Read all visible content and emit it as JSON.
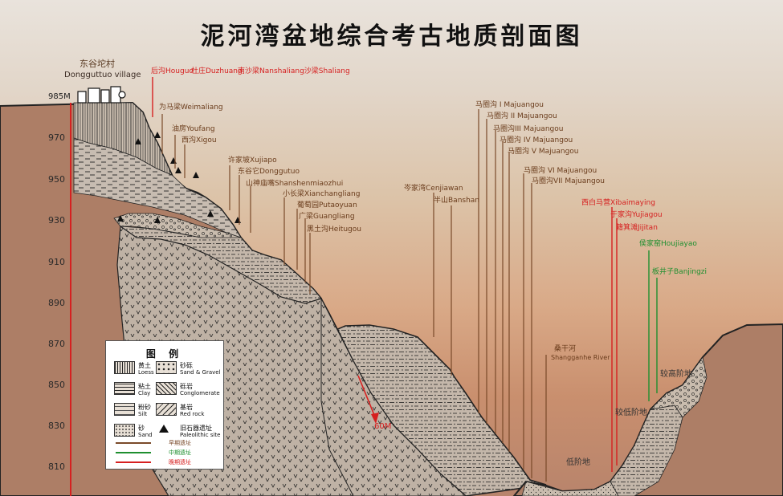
{
  "title": "泥河湾盆地综合考古地质剖面图",
  "village": {
    "cn": "东谷坨村",
    "en": "Dongguttuo village"
  },
  "elevation_top": "985M",
  "y_ticks": [
    "970",
    "950",
    "930",
    "910",
    "890",
    "870",
    "850",
    "830",
    "810"
  ],
  "depth_marker": "60M",
  "sites_early": {
    "houguo": "后沟Houguo",
    "duzhuang": "杜庄Duzhuang",
    "nanshaliang": "南沙梁Nanshaliang沙梁Shaliang",
    "xibaimaying": "西白马营Xibaimaying",
    "yujiagou": "于家沟Yujiagou",
    "jijitan": "籍箕滩Jijitan"
  },
  "sites_mid": {
    "houjiayao": "侯家窑Houjiayao",
    "banjingzi": "板井子Banjingzi"
  },
  "sites_brown": {
    "weimaliang": "为马梁Weimaliang",
    "youfang": "油房Youfang",
    "xigou": "西沟Xigou",
    "xujiapo": "许家坡Xujiapo",
    "donggutuo": "东谷它Donggutuo",
    "shanshenmiaozhui": "山神庙嘴Shanshenmiaozhui",
    "xianchangliang": "小长梁Xianchangliang",
    "putaoyuan": "葡萄园Putaoyuan",
    "guangliang": "广梁Guangliang",
    "heitugou": "黑土沟Heitugou",
    "cenjiawan": "岑家湾Cenjiawan",
    "banshan": "半山Banshan",
    "m1": "马圈沟 I Majuangou",
    "m2": "马圈沟 II Majuangou",
    "m3": "马圈沟III Majuangou",
    "m4": "马圈沟 IV Majuangou",
    "m5": "马圈沟 V Majuangou",
    "m6": "马圈沟 VI Majuangou",
    "m7": "马圈沟VII Majuangou"
  },
  "landforms": {
    "river": "桑干河",
    "river_en": "Shangganhe River",
    "low": "低阶地",
    "lower": "较低阶地",
    "higher": "较高阶地"
  },
  "legend": {
    "title": "图 例",
    "items": [
      {
        "cn": "黄土",
        "en": "Loess"
      },
      {
        "cn": "砂砾",
        "en": "Sand & Gravel"
      },
      {
        "cn": "粘土",
        "en": "Clay"
      },
      {
        "cn": "砾岩",
        "en": "Conglomerate"
      },
      {
        "cn": "粉砂",
        "en": "Silt"
      },
      {
        "cn": "基岩",
        "en": "Red rock"
      },
      {
        "cn": "砂",
        "en": "Sand"
      },
      {
        "cn": "旧石器遗址",
        "en": "Paleolithic site"
      }
    ],
    "lines": [
      "早期遗址",
      "中期遗址",
      "晚期遗址"
    ],
    "colors": {
      "early": "#d62020",
      "middle": "#1f8f2f",
      "late": "#d62020",
      "brown": "#7a4a2a"
    }
  }
}
